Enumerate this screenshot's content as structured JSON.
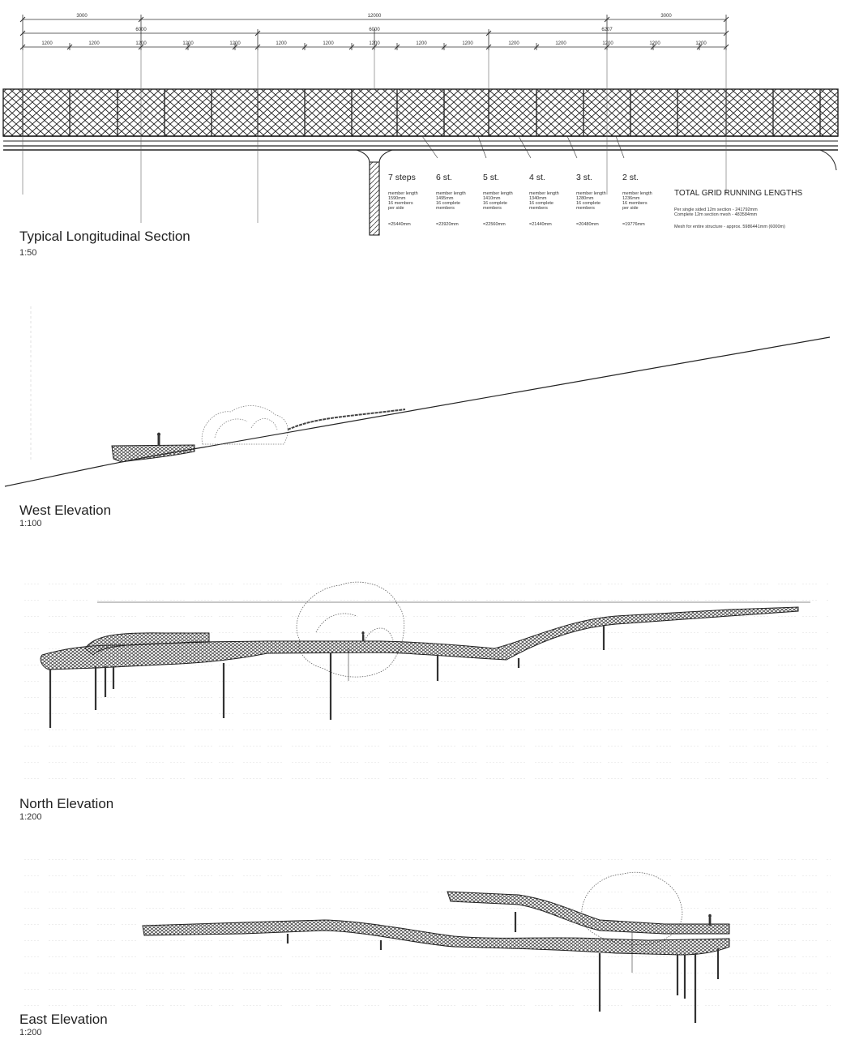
{
  "dimensions": {
    "row1": [
      "3000",
      "12000",
      "3000"
    ],
    "row2": [
      "6000",
      "6000",
      "6207"
    ],
    "row3": [
      "1200",
      "1200",
      "1200",
      "1200",
      "1200",
      "1200",
      "1200",
      "1200",
      "1200",
      "1200",
      "1200",
      "1200",
      "1200",
      "1200",
      "1200"
    ]
  },
  "steps": [
    {
      "label": "7 steps",
      "l1": "member length",
      "l2": "1590mm",
      "l3": "16 members",
      "l4": "per side",
      "total": "=25440mm"
    },
    {
      "label": "6 st.",
      "l1": "member length",
      "l2": "1495mm",
      "l3": "16 complete",
      "l4": "members",
      "total": "=23920mm"
    },
    {
      "label": "5 st.",
      "l1": "member length",
      "l2": "1410mm",
      "l3": "16 complete",
      "l4": "members",
      "total": "=22560mm"
    },
    {
      "label": "4 st.",
      "l1": "member length",
      "l2": "1340mm",
      "l3": "16 complete",
      "l4": "members",
      "total": "=21440mm"
    },
    {
      "label": "3 st.",
      "l1": "member length",
      "l2": "1280mm",
      "l3": "16 complete",
      "l4": "members",
      "total": "=20480mm"
    },
    {
      "label": "2 st.",
      "l1": "member length",
      "l2": "1236mm",
      "l3": "16 members",
      "l4": "per side",
      "total": "=19776mm"
    }
  ],
  "totals": {
    "heading": "TOTAL GRID RUNNING LENGTHS",
    "line1": "Per single sided 12m section - 241792mm",
    "line2": "Complete 12m section mesh - 483584mm",
    "line3": "Mesh for entire structure   -   approx. 5986441mm  (6000m)"
  },
  "sections": [
    {
      "title": "Typical Longitudinal Section",
      "scale": "1:50"
    },
    {
      "title": "West Elevation",
      "scale": "1:100"
    },
    {
      "title": "North Elevation",
      "scale": "1:200"
    },
    {
      "title": "East Elevation",
      "scale": "1:200"
    }
  ]
}
